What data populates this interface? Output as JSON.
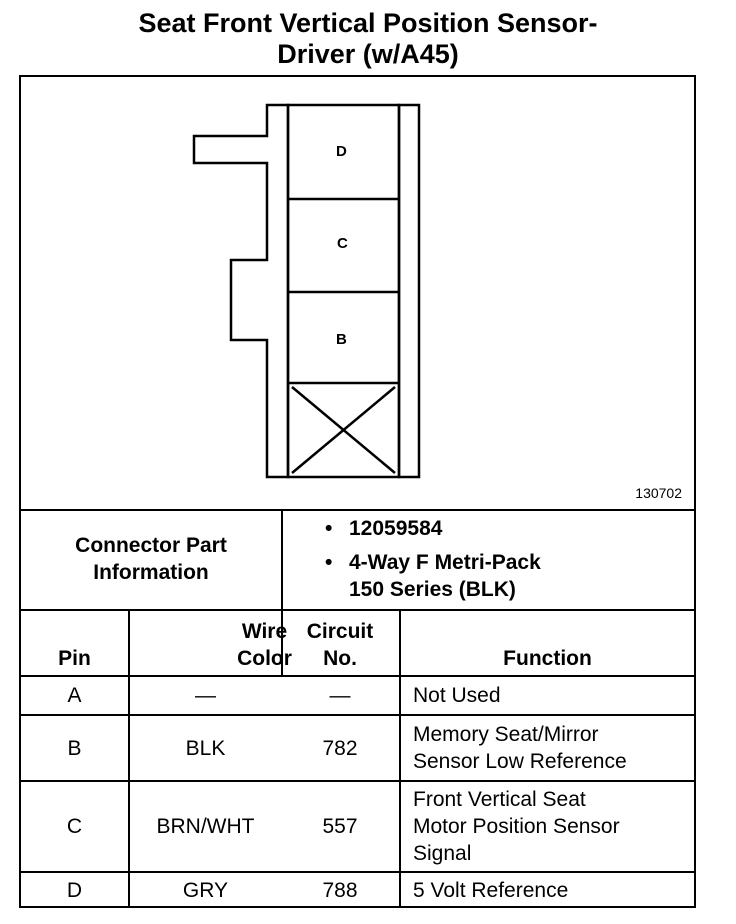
{
  "title": {
    "line1": "Seat Front Vertical Position Sensor-",
    "line2": "Driver (w/A45)"
  },
  "diagram": {
    "pin_labels": [
      "D",
      "C",
      "B"
    ],
    "figure_number": "130702"
  },
  "connector_info": {
    "label_line1": "Connector Part",
    "label_line2": "Information",
    "part_number": "12059584",
    "description_line1": "4-Way F Metri-Pack",
    "description_line2": "150 Series (BLK)"
  },
  "table": {
    "headers": {
      "pin": "Pin",
      "wire_color_line1": "Wire",
      "wire_color_line2": "Color",
      "circuit_line1": "Circuit",
      "circuit_line2": "No.",
      "function": "Function"
    },
    "rows": [
      {
        "pin": "A",
        "wire_color": "—",
        "circuit": "—",
        "function": [
          "Not Used"
        ]
      },
      {
        "pin": "B",
        "wire_color": "BLK",
        "circuit": "782",
        "function": [
          "Memory Seat/Mirror",
          "Sensor Low Reference"
        ]
      },
      {
        "pin": "C",
        "wire_color": "BRN/WHT",
        "circuit": "557",
        "function": [
          "Front Vertical Seat",
          "Motor Position Sensor",
          "Signal"
        ]
      },
      {
        "pin": "D",
        "wire_color": "GRY",
        "circuit": "788",
        "function": [
          "5 Volt Reference"
        ]
      }
    ]
  }
}
